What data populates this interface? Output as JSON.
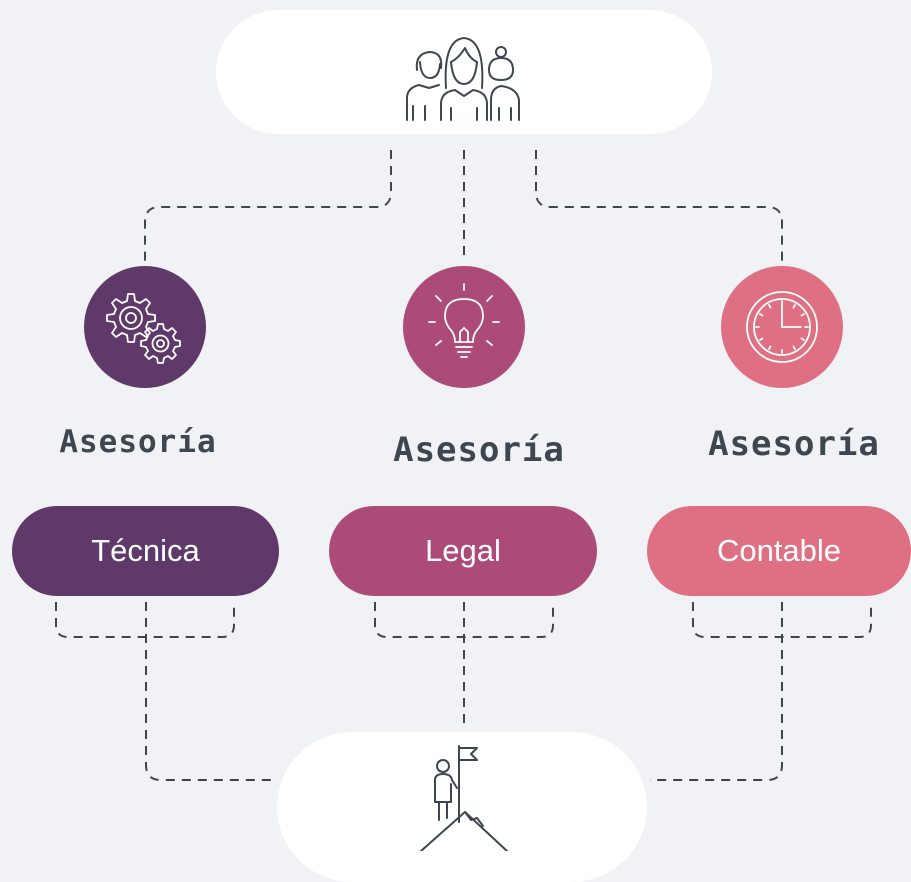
{
  "branches": [
    {
      "heading": "Asesoría",
      "label": "Técnica",
      "icon": "gears-icon",
      "color": "#5e3969"
    },
    {
      "heading": "Asesoría",
      "label": "Legal",
      "icon": "lightbulb-icon",
      "color": "#ac4b78"
    },
    {
      "heading": "Asesoría",
      "label": "Contable",
      "icon": "clock-icon",
      "color": "#df6f82"
    }
  ],
  "top_node": {
    "icon": "team-group-icon"
  },
  "bottom_node": {
    "icon": "person-flag-summit-icon"
  }
}
